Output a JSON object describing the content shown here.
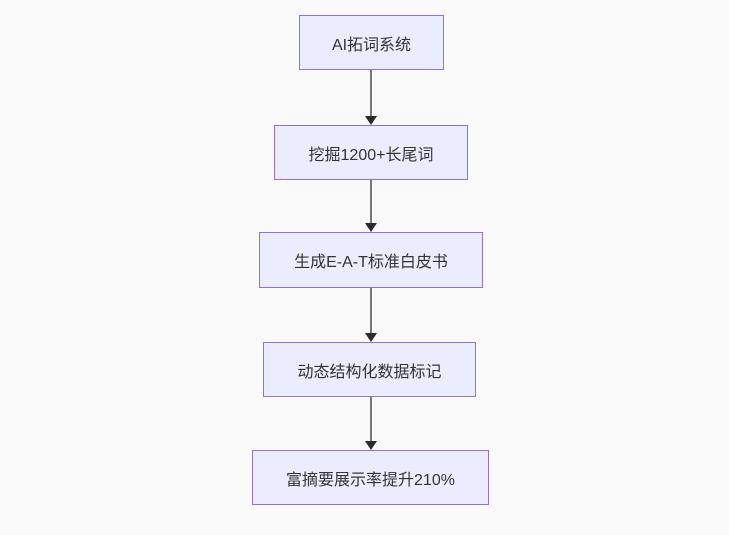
{
  "diagram": {
    "type": "flowchart-top-down",
    "nodes": [
      {
        "id": "n1",
        "label": "AI拓词系统"
      },
      {
        "id": "n2",
        "label": "挖掘1200+长尾词"
      },
      {
        "id": "n3",
        "label": "生成E-A-T标准白皮书"
      },
      {
        "id": "n4",
        "label": "动态结构化数据标记"
      },
      {
        "id": "n5",
        "label": "富摘要展示率提升210%"
      }
    ],
    "edges": [
      {
        "from": "n1",
        "to": "n2",
        "style": "arrow-down"
      },
      {
        "from": "n2",
        "to": "n3",
        "style": "arrow-down"
      },
      {
        "from": "n3",
        "to": "n4",
        "style": "arrow-down"
      },
      {
        "from": "n4",
        "to": "n5",
        "style": "arrow-down"
      }
    ],
    "colors": {
      "node_fill": "#ECECFF",
      "node_border": "#9370DB",
      "node_text": "#333333",
      "edge_line": "#777777",
      "arrowhead": "#2b2b2b",
      "background": "#fafafa"
    }
  }
}
